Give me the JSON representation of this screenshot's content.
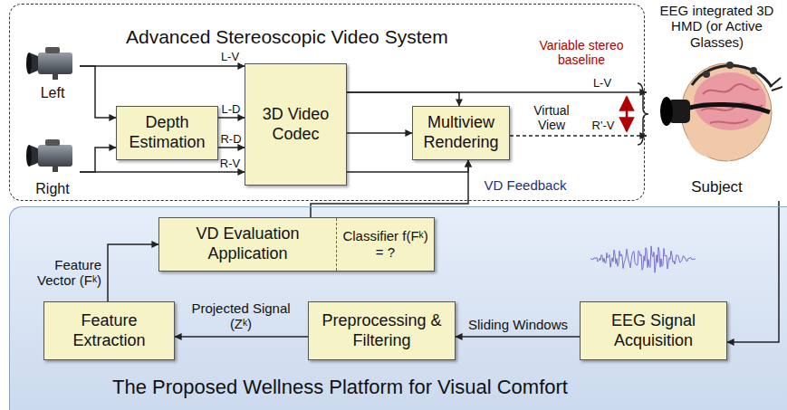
{
  "diagram": {
    "nodes": [
      {
        "text": [
          "Advanced Stereoscopic Video System"
        ]
      },
      {
        "text": [
          "Left"
        ],
        "in": 0
      },
      {
        "text": [
          "Right"
        ],
        "in": 0
      },
      {
        "text": [
          "Depth Estimation"
        ],
        "in": 0
      },
      {
        "text": [
          "3D Video Codec"
        ],
        "in": 0
      },
      {
        "text": [
          "Multiview Rendering"
        ],
        "in": 0
      },
      {
        "text": [
          "EEG integrated 3D HMD (or Active Glasses)",
          "Subject"
        ]
      },
      {
        "text": [
          "The Proposed Wellness Platform for Visual Comfort"
        ]
      },
      {
        "text": [
          "VD Evaluation Application",
          "Classifier f(Fᵏ) = ?"
        ],
        "in": 7
      },
      {
        "text": [
          "Feature Extraction"
        ],
        "in": 7
      },
      {
        "text": [
          "Preprocessing & Filtering"
        ],
        "in": 7
      },
      {
        "text": [
          "EEG Signal Acquisition"
        ],
        "in": 7
      }
    ],
    "edges": [
      {
        "from": 1,
        "to": 4,
        "label": "L-V",
        "arrow": "to"
      },
      {
        "from": 1,
        "to": 3,
        "arrow": "to"
      },
      {
        "from": 2,
        "to": 3,
        "arrow": "to"
      },
      {
        "from": 2,
        "to": 4,
        "label": "R-V",
        "arrow": "to"
      },
      {
        "from": 3,
        "to": 4,
        "label": "L-D",
        "arrow": "to"
      },
      {
        "from": 3,
        "to": 4,
        "label": "R-D",
        "arrow": "to"
      },
      {
        "from": 4,
        "to": 5,
        "arrow": "to"
      },
      {
        "from": 4,
        "to": 5,
        "arrow": "to"
      },
      {
        "from": 4,
        "to": 5,
        "arrow": "to"
      },
      {
        "from": 4,
        "to": 6,
        "label": "L-V",
        "arrow": "to"
      },
      {
        "from": 5,
        "to": 6,
        "label": "Virtual View",
        "arrow": "to"
      },
      {
        "from": 6,
        "to": 11,
        "arrow": "to"
      },
      {
        "from": 11,
        "to": 10,
        "label": "Sliding Windows",
        "arrow": "to"
      },
      {
        "from": 10,
        "to": 9,
        "label": "Projected Signal (Zᵏ)",
        "arrow": "to"
      },
      {
        "from": 9,
        "to": 8,
        "label": "Feature Vector (Fᵏ)",
        "arrow": "to"
      },
      {
        "from": 8,
        "to": 5,
        "label": "VD Feedback",
        "arrow": "to"
      }
    ],
    "labels": [
      "Variable stereo baseline",
      "R'-V"
    ]
  }
}
